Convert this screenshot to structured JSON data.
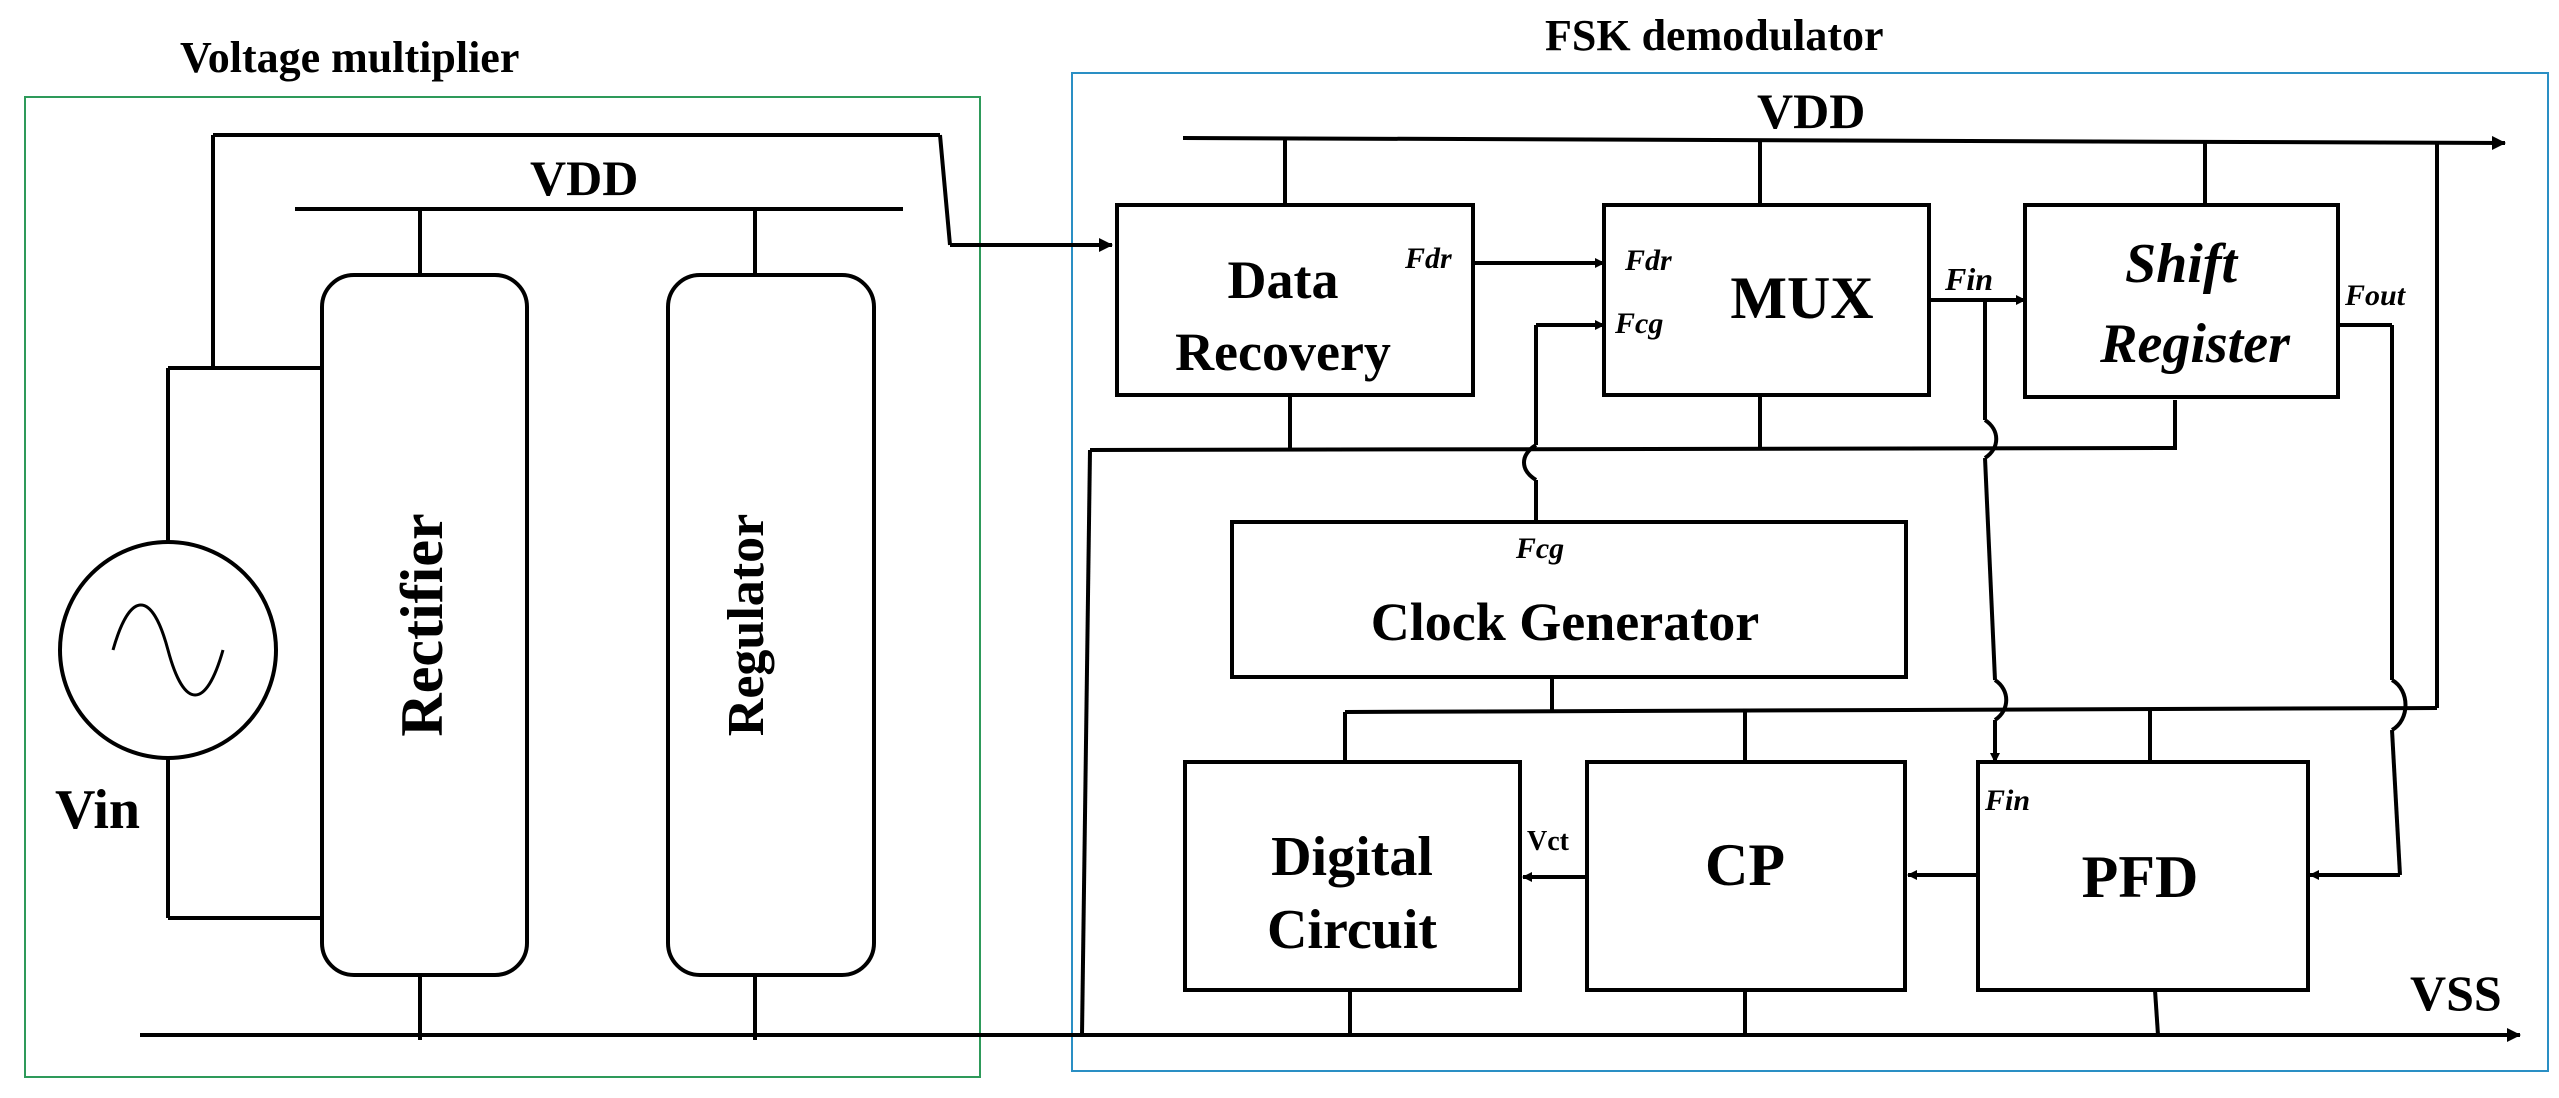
{
  "colors": {
    "voltage_multiplier_border": "#2e9a5a",
    "fsk_demodulator_border": "#2a8fc4",
    "wire": "#000000"
  },
  "voltage_multiplier": {
    "title": "Voltage multiplier",
    "vdd_label": "VDD",
    "vin_label": "Vin",
    "rectifier_label": "Rectifier",
    "regulator_label": "Regulator",
    "source_icon": "ac-source-icon"
  },
  "fsk_demodulator": {
    "title": "FSK demodulator",
    "vdd_label": "VDD",
    "vss_label": "VSS",
    "data_recovery": {
      "line1": "Data",
      "line2": "Recovery",
      "out_label": "Fdr"
    },
    "mux": {
      "label": "MUX",
      "in1_label": "Fdr",
      "in2_label": "Fcg",
      "out_label": "Fin"
    },
    "shift_register": {
      "line1": "Shift",
      "line2": "Register",
      "out_label": "Fout"
    },
    "clock_generator": {
      "label": "Clock Generator",
      "out_label": "Fcg"
    },
    "digital_circuit": {
      "line1": "Digital",
      "line2": "Circuit",
      "in_label": "Vct"
    },
    "cp": {
      "label": "CP"
    },
    "pfd": {
      "label": "PFD",
      "in_label": "Fin"
    }
  }
}
